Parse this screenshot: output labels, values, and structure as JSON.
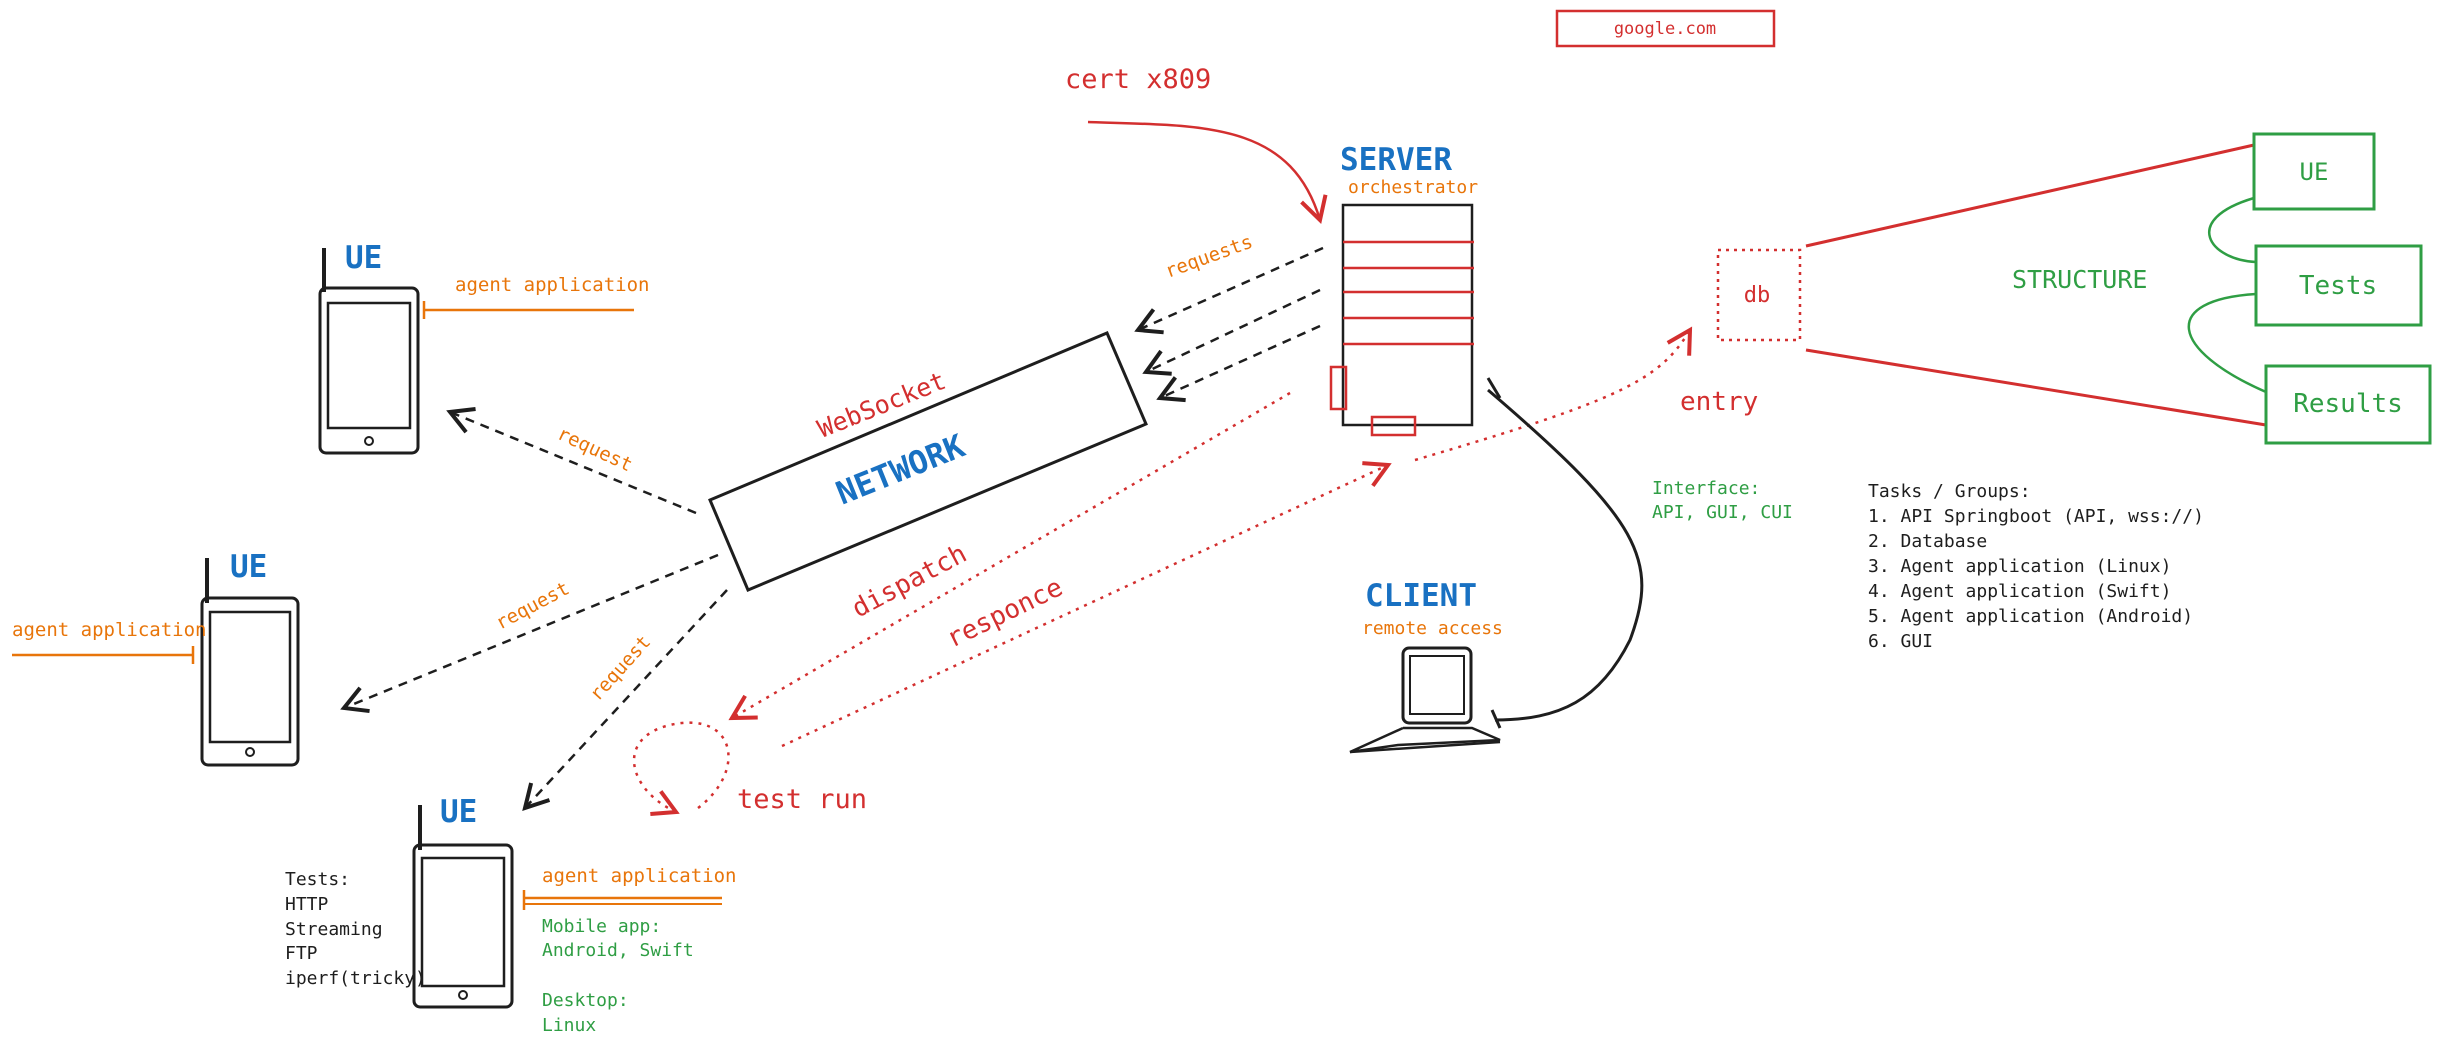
{
  "colors": {
    "black": "#1e1e1e",
    "blue": "#1971c2",
    "orange": "#e8750a",
    "red": "#d32f2f",
    "green": "#2f9e44"
  },
  "google_box": {
    "label": "google.com"
  },
  "cert": {
    "label": "cert x809"
  },
  "server": {
    "title": "SERVER",
    "subtitle": "orchestrator"
  },
  "network": {
    "protocol": "WebSocket",
    "title": "NETWORK"
  },
  "arrows": {
    "requests": "requests",
    "request_1": "request",
    "request_2": "request",
    "request_3": "request",
    "dispatch": "dispatch",
    "responce": "responce",
    "entry": "entry"
  },
  "test_run": {
    "label": "test run"
  },
  "ue_devices": [
    {
      "title": "UE",
      "agent": "agent application"
    },
    {
      "title": "UE",
      "agent": "agent application"
    },
    {
      "title": "UE",
      "agent": "agent application"
    }
  ],
  "tests": {
    "heading": "Tests:",
    "items": [
      "HTTP",
      "Streaming",
      "FTP",
      "iperf(tricky)"
    ]
  },
  "mobile_app": {
    "heading": "Mobile app:",
    "value": "Android, Swift"
  },
  "desktop": {
    "heading": "Desktop:",
    "value": "Linux"
  },
  "client": {
    "title": "CLIENT",
    "subtitle": "remote access"
  },
  "interface": {
    "heading": "Interface:",
    "value": "API, GUI, CUI"
  },
  "db": {
    "label": "db"
  },
  "structure": {
    "label": "STRUCTURE",
    "boxes": [
      "UE",
      "Tests",
      "Results"
    ]
  },
  "tasks": {
    "heading": "Tasks / Groups:",
    "items": [
      "1. API Springboot (API, wss://)",
      "2. Database",
      "3. Agent application (Linux)",
      "4. Agent application (Swift)",
      "5. Agent application (Android)",
      "6. GUI"
    ]
  }
}
